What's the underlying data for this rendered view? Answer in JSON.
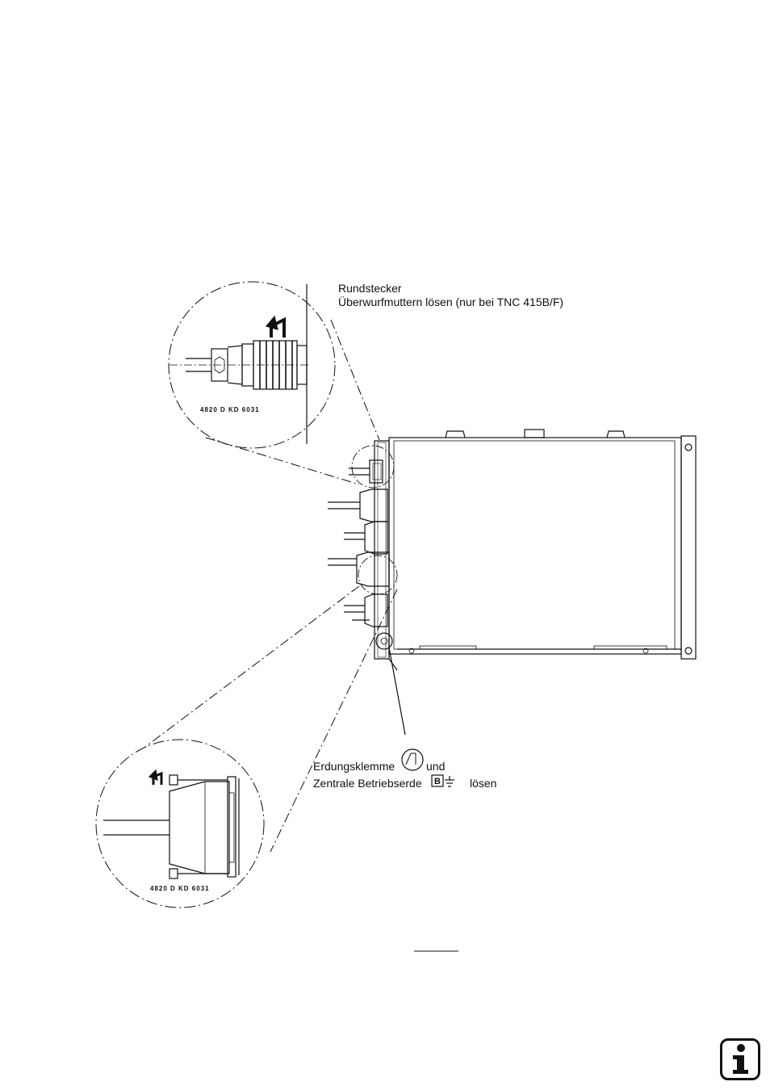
{
  "labels": {
    "round_connector_title": "Rundstecker",
    "round_connector_instruction": "Überwurfmuttern lösen (nur bei TNC 415B/F)",
    "ground_clamp_text": "Erdungsklemme",
    "ground_and": "und",
    "central_ground_text": "Zentrale Betriebserde",
    "ground_box_letter": "B",
    "loosen_text": "lösen",
    "part_number_top": "4820 D KD 6031",
    "part_number_bottom": "4820 D KD 6031"
  },
  "icons": {
    "info": "info-icon"
  }
}
